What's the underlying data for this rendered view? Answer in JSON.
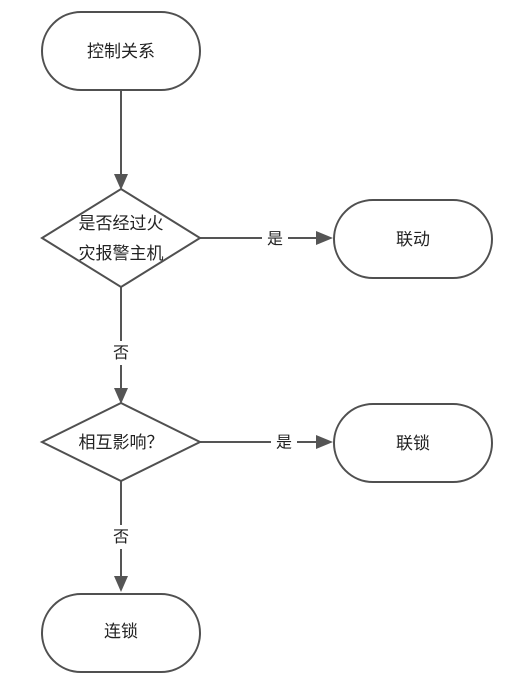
{
  "nodes": {
    "start": {
      "label": "控制关系"
    },
    "decision_fire": {
      "label_line1": "是否经过火",
      "label_line2": "灾报警主机"
    },
    "linkage": {
      "label": "联动"
    },
    "decision_mutual": {
      "label": "相互影响？"
    },
    "interlock": {
      "label": "联锁"
    },
    "chain_lock": {
      "label": "连锁"
    }
  },
  "edges": {
    "fire_yes": {
      "label": "是"
    },
    "fire_no": {
      "label": "否"
    },
    "mutual_yes": {
      "label": "是"
    },
    "mutual_no": {
      "label": "否"
    }
  },
  "colors": {
    "stroke": "#505050",
    "fill": "#ffffff",
    "text": "#222222"
  }
}
